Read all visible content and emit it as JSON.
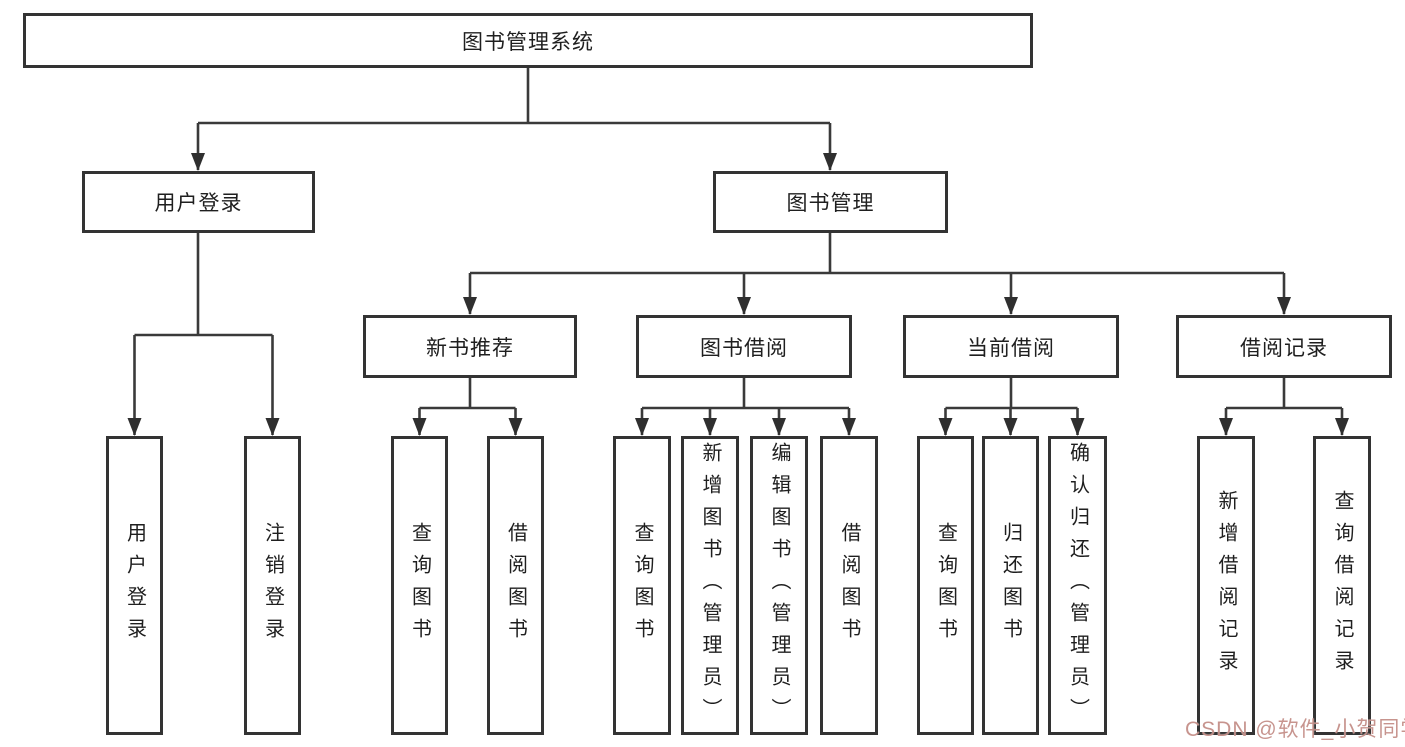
{
  "diagram": {
    "tree": {
      "label": "图书管理系统",
      "children": [
        {
          "label": "用户登录",
          "children": [
            {
              "label": "用户登录"
            },
            {
              "label": "注销登录"
            }
          ]
        },
        {
          "label": "图书管理",
          "children": [
            {
              "label": "新书推荐",
              "children": [
                {
                  "label": "查询图书"
                },
                {
                  "label": "借阅图书"
                }
              ]
            },
            {
              "label": "图书借阅",
              "children": [
                {
                  "label": "查询图书"
                },
                {
                  "label": "新增图书（管理员）"
                },
                {
                  "label": "编辑图书（管理员）"
                },
                {
                  "label": "借阅图书"
                }
              ]
            },
            {
              "label": "当前借阅",
              "children": [
                {
                  "label": "查询图书"
                },
                {
                  "label": "归还图书"
                },
                {
                  "label": "确认归还（管理员）"
                }
              ]
            },
            {
              "label": "借阅记录",
              "children": [
                {
                  "label": "新增借阅记录"
                },
                {
                  "label": "查询借阅记录"
                }
              ]
            }
          ]
        }
      ]
    },
    "colors": {
      "background": "#ffffff",
      "box_border": "#333333",
      "connector_line": "#3a3a3a",
      "text": "#1f1f1f",
      "watermark": "#bb7d75"
    }
  },
  "watermark": {
    "text": "CSDN @软件_小贺同学"
  }
}
